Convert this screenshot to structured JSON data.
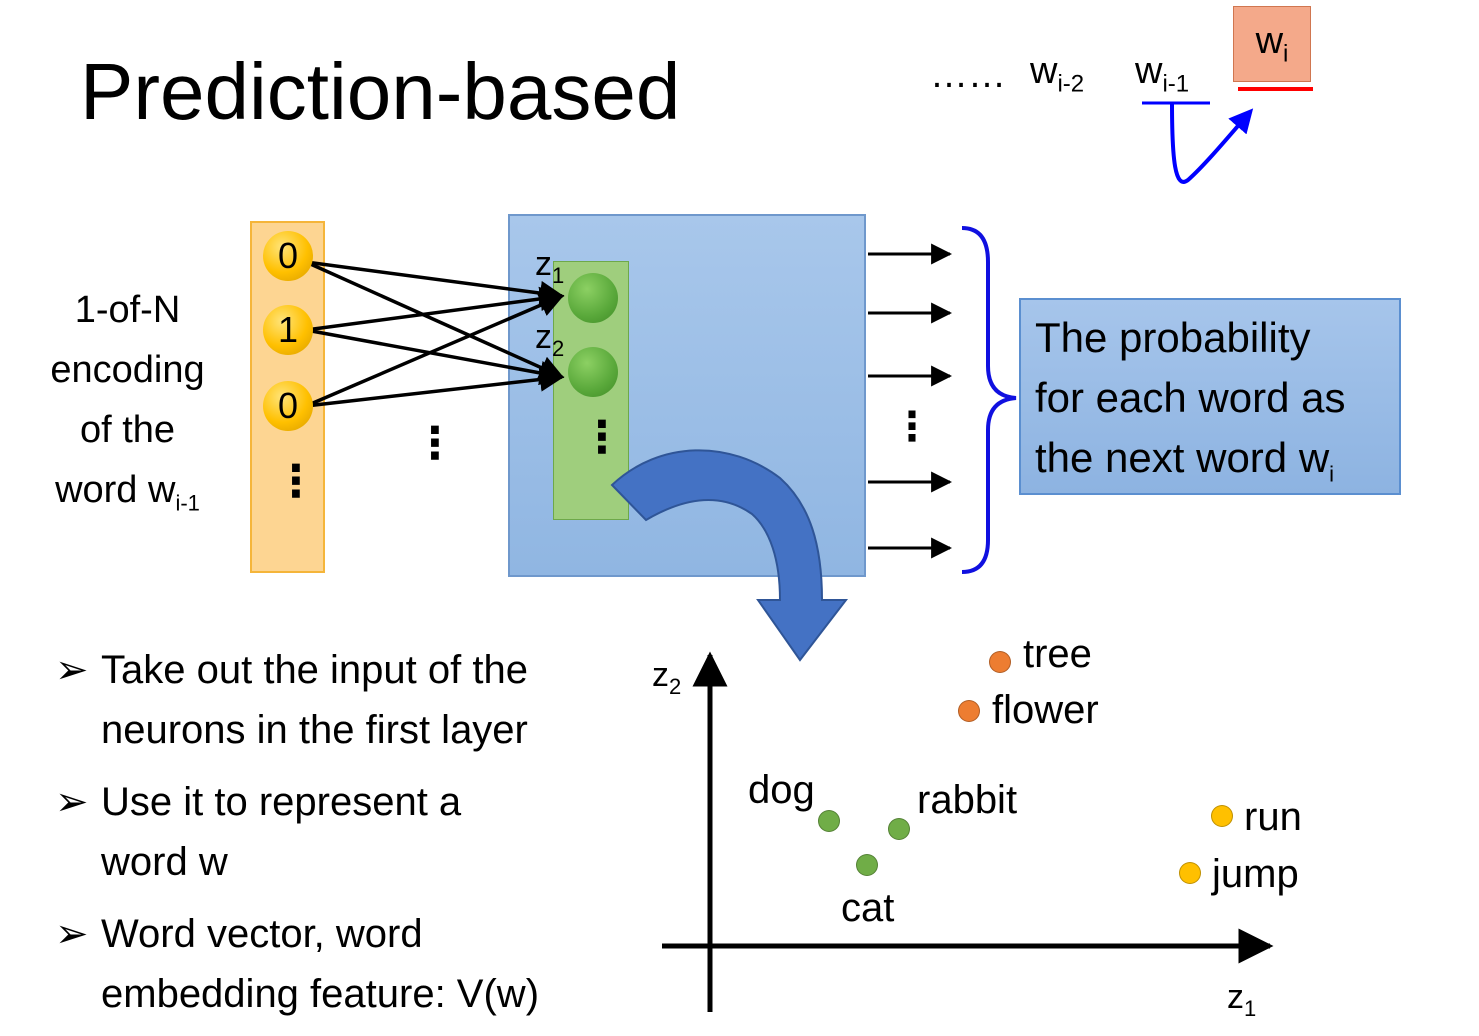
{
  "title": "Prediction-based",
  "sequence": {
    "ellipsis": "……",
    "w_prev2": "w",
    "w_prev2_sub": "i-2",
    "w_prev1": "w",
    "w_prev1_sub": "i-1",
    "w_target": "w",
    "w_target_sub": "i"
  },
  "encoding_label": {
    "line1": "1-of-N",
    "line2": "encoding",
    "line3": "of the",
    "line4": "word w",
    "line4_sub": "i-1"
  },
  "input_nodes": [
    "0",
    "1",
    "0"
  ],
  "input_ellipsis": "⋮",
  "hidden": {
    "z1": "z",
    "z1_sub": "1",
    "z2": "z",
    "z2_sub": "2",
    "ellipsis": "⋮"
  },
  "output_ellipsis": "⋮",
  "probability_box": {
    "line1": "The probability",
    "line2": "for each word as",
    "line3": "the next word w",
    "line3_sub": "i"
  },
  "bullets": [
    {
      "arrow": "➢",
      "line1": "Take out the input of the",
      "line2": "neurons in the first layer"
    },
    {
      "arrow": "➢",
      "line1": "Use it to represent a",
      "line2": "word w"
    },
    {
      "arrow": "➢",
      "line1": "Word vector, word",
      "line2": "embedding feature: V(w)"
    }
  ],
  "scatter": {
    "x_axis": "z",
    "x_axis_sub": "1",
    "y_axis": "z",
    "y_axis_sub": "2",
    "points": [
      {
        "label": "tree",
        "group": "plant",
        "color": "#ed7d31"
      },
      {
        "label": "flower",
        "group": "plant",
        "color": "#ed7d31"
      },
      {
        "label": "dog",
        "group": "animal",
        "color": "#70ad47"
      },
      {
        "label": "rabbit",
        "group": "animal",
        "color": "#70ad47"
      },
      {
        "label": "cat",
        "group": "animal",
        "color": "#70ad47"
      },
      {
        "label": "run",
        "group": "verb",
        "color": "#ffc000"
      },
      {
        "label": "jump",
        "group": "verb",
        "color": "#ffc000"
      }
    ]
  },
  "colors": {
    "input_column": "#fdd592",
    "network": "#9dbfe7",
    "hidden_column": "#9fce7d",
    "brace": "#1010e0",
    "target_underline": "#ff0000",
    "context_underline": "#0000ff",
    "big_arrow": "#4472c4"
  }
}
